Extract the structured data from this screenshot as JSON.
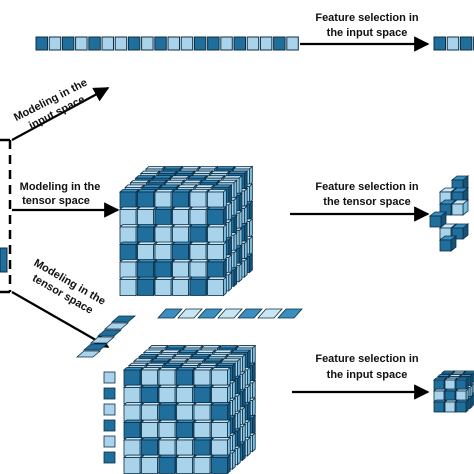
{
  "labels": {
    "feat_input_top_l1": "Feature selection in",
    "feat_input_top_l2": "the input space",
    "model_input_l1": "Modeling in the",
    "model_input_l2": "input space",
    "model_tensor_mid_l1": "Modeling in the",
    "model_tensor_mid_l2": "tensor space",
    "feat_tensor_l1": "Feature selection in",
    "feat_tensor_l2": "the tensor space",
    "model_tensor_bot_l1": "Modeling in the",
    "model_tensor_bot_l2": "tensor space",
    "feat_input_bot_l1": "Feature selection in",
    "feat_input_bot_l2": "the input space"
  },
  "colors": {
    "dark_cell": "#1f6e9c",
    "light_cell": "#a8d3ea",
    "cube_front": "#a8d3ea",
    "cube_top": "#c9e6f5",
    "cube_side": "#7cbcdd",
    "cube_front_dark": "#1f6e9c",
    "cube_top_dark": "#3a8fbf",
    "cube_side_dark": "#155277",
    "outline": "#0d2f46",
    "arrow": "#000000"
  },
  "icons": {
    "vector": "feature-vector-icon",
    "tensor_cube": "tensor-cube-icon",
    "arrow": "arrow-icon"
  }
}
